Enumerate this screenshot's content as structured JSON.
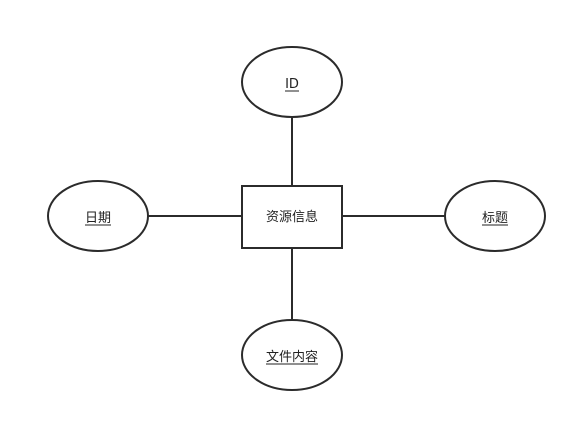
{
  "diagram": {
    "entity": {
      "label": "资源信息"
    },
    "attributes": {
      "top": {
        "label": "ID",
        "key": true
      },
      "left": {
        "label": "日期",
        "key": true
      },
      "right": {
        "label": "标题",
        "key": true
      },
      "bottom": {
        "label": "文件内容",
        "key": true
      }
    },
    "colors": {
      "stroke": "#2b2b2b",
      "text": "#222222",
      "background": "#ffffff"
    }
  }
}
